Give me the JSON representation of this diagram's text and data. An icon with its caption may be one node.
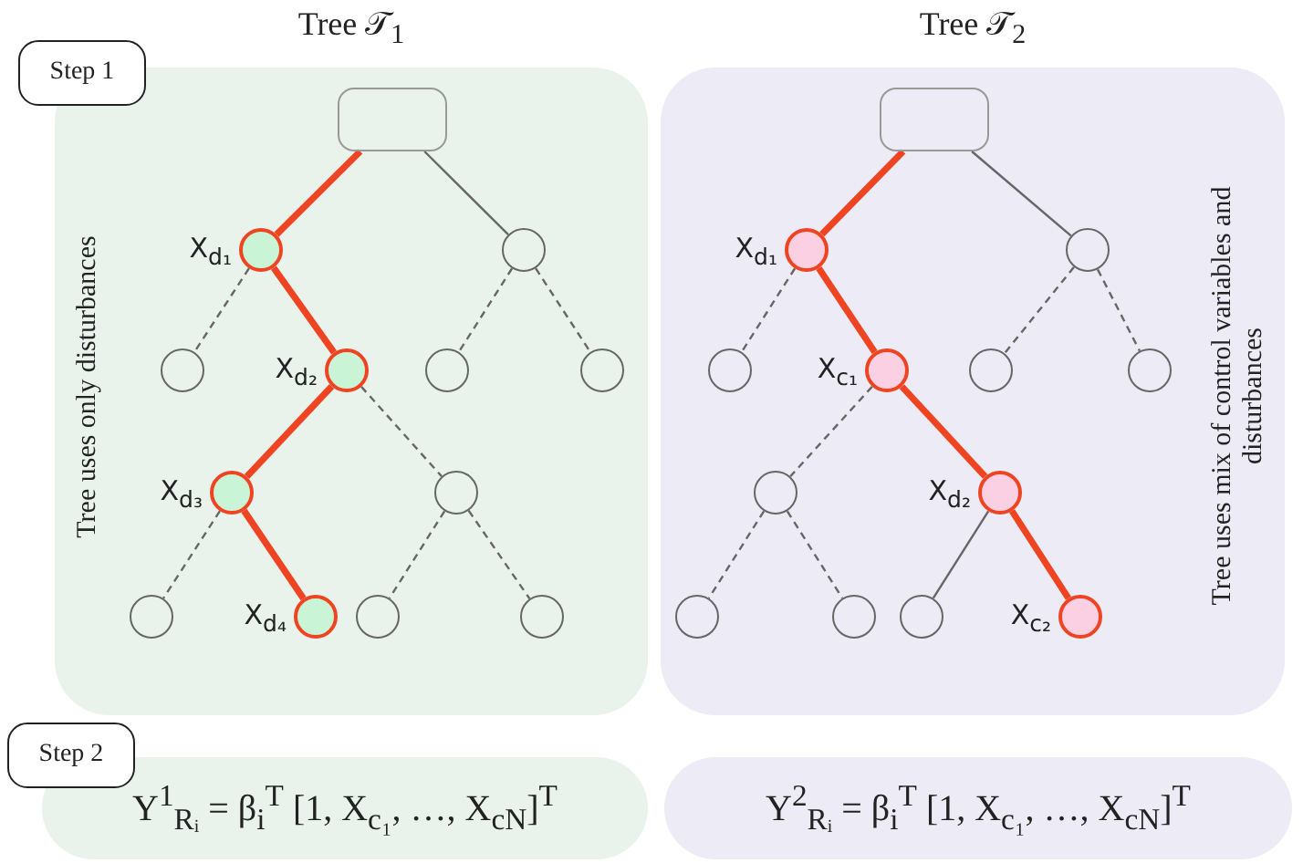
{
  "diagram": {
    "nodes": [
      {
        "text": [
          "Step 1"
        ]
      },
      {
        "text": [
          "Tree 𝒯$_{1}$",
          "Tree uses only disturbances"
        ]
      },
      {
        "text": [],
        "shape": "box",
        "in": 1
      },
      {
        "text": [],
        "shape": "circle",
        "in": 1,
        "beside": [
          "X$_{d₁}$"
        ]
      },
      {
        "text": [],
        "shape": "circle",
        "in": 1
      },
      {
        "text": [],
        "shape": "circle",
        "in": 1
      },
      {
        "text": [],
        "shape": "circle",
        "in": 1,
        "beside": [
          "X$_{d₂}$"
        ]
      },
      {
        "text": [],
        "shape": "circle",
        "in": 1
      },
      {
        "text": [],
        "shape": "circle",
        "in": 1
      },
      {
        "text": [],
        "shape": "circle",
        "in": 1,
        "beside": [
          "X$_{d₃}$"
        ]
      },
      {
        "text": [],
        "shape": "circle",
        "in": 1
      },
      {
        "text": [],
        "shape": "circle",
        "in": 1
      },
      {
        "text": [],
        "shape": "circle",
        "in": 1,
        "beside": [
          "X$_{d₄}$"
        ]
      },
      {
        "text": [],
        "shape": "circle",
        "in": 1
      },
      {
        "text": [],
        "shape": "circle",
        "in": 1
      },
      {
        "text": [
          "Tree 𝒯$_{2}$",
          "Tree uses mix of control variables and disturbances"
        ]
      },
      {
        "text": [],
        "shape": "box",
        "in": 15
      },
      {
        "text": [],
        "shape": "circle",
        "in": 15,
        "beside": [
          "X$_{d₁}$"
        ]
      },
      {
        "text": [],
        "shape": "circle",
        "in": 15
      },
      {
        "text": [],
        "shape": "circle",
        "in": 15
      },
      {
        "text": [],
        "shape": "circle",
        "in": 15,
        "beside": [
          "X$_{c₁}$"
        ]
      },
      {
        "text": [],
        "shape": "circle",
        "in": 15
      },
      {
        "text": [],
        "shape": "circle",
        "in": 15
      },
      {
        "text": [],
        "shape": "circle",
        "in": 15
      },
      {
        "text": [],
        "shape": "circle",
        "in": 15,
        "beside": [
          "X$_{d₂}$"
        ]
      },
      {
        "text": [],
        "shape": "circle",
        "in": 15
      },
      {
        "text": [],
        "shape": "circle",
        "in": 15
      },
      {
        "text": [],
        "shape": "circle",
        "in": 15
      },
      {
        "text": [],
        "shape": "circle",
        "in": 15,
        "beside": [
          "X$_{c₂}$"
        ]
      },
      {
        "text": [
          "Step 2"
        ]
      },
      {
        "text": [
          "Y$^{1}$$_{Rᵢ}$ = β$_{i}$$^{T}$ [1, X$_{c₁}$, …, X$_{cN}$]$^{T}$"
        ]
      },
      {
        "text": [
          "Y$^{2}$$_{Rᵢ}$ = β$_{i}$$^{T}$ [1, X$_{c₁}$, …, X$_{cN}$]$^{T}$"
        ]
      }
    ],
    "edges": [
      {
        "from": 2,
        "to": 3,
        "arrow": "none",
        "style": "thick",
        "color": "#ee4422"
      },
      {
        "from": 2,
        "to": 4,
        "arrow": "none"
      },
      {
        "from": 3,
        "to": 5,
        "arrow": "none",
        "style": "dashed"
      },
      {
        "from": 3,
        "to": 6,
        "arrow": "none",
        "style": "thick",
        "color": "#ee4422"
      },
      {
        "from": 4,
        "to": 7,
        "arrow": "none",
        "style": "dashed"
      },
      {
        "from": 4,
        "to": 8,
        "arrow": "none",
        "style": "dashed"
      },
      {
        "from": 6,
        "to": 9,
        "arrow": "none",
        "style": "thick",
        "color": "#ee4422"
      },
      {
        "from": 6,
        "to": 10,
        "arrow": "none",
        "style": "dashed"
      },
      {
        "from": 9,
        "to": 11,
        "arrow": "none",
        "style": "dashed"
      },
      {
        "from": 9,
        "to": 12,
        "arrow": "none",
        "style": "thick",
        "color": "#ee4422"
      },
      {
        "from": 10,
        "to": 13,
        "arrow": "none",
        "style": "dashed"
      },
      {
        "from": 10,
        "to": 14,
        "arrow": "none",
        "style": "dashed"
      },
      {
        "from": 16,
        "to": 17,
        "arrow": "none",
        "style": "thick",
        "color": "#ee4422"
      },
      {
        "from": 16,
        "to": 18,
        "arrow": "none"
      },
      {
        "from": 17,
        "to": 19,
        "arrow": "none",
        "style": "dashed"
      },
      {
        "from": 17,
        "to": 20,
        "arrow": "none",
        "style": "thick",
        "color": "#ee4422"
      },
      {
        "from": 18,
        "to": 21,
        "arrow": "none",
        "style": "dashed"
      },
      {
        "from": 18,
        "to": 22,
        "arrow": "none",
        "style": "dashed"
      },
      {
        "from": 20,
        "to": 23,
        "arrow": "none",
        "style": "dashed"
      },
      {
        "from": 20,
        "to": 24,
        "arrow": "none",
        "style": "thick",
        "color": "#ee4422"
      },
      {
        "from": 23,
        "to": 25,
        "arrow": "none",
        "style": "dashed"
      },
      {
        "from": 23,
        "to": 26,
        "arrow": "none",
        "style": "dashed"
      },
      {
        "from": 24,
        "to": 27,
        "arrow": "none"
      },
      {
        "from": 24,
        "to": 28,
        "arrow": "none",
        "style": "thick",
        "color": "#ee4422"
      }
    ]
  }
}
